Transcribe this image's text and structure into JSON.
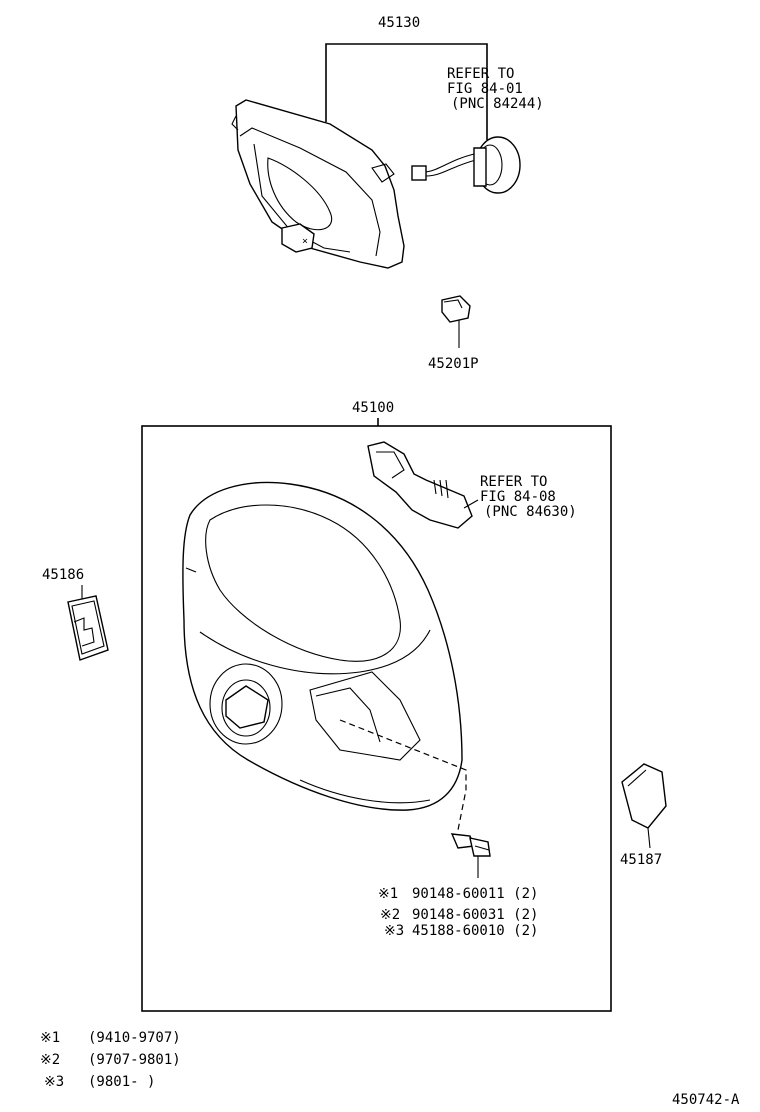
{
  "labels": {
    "p45130": "45130",
    "p45201p": "45201P",
    "p45100": "45100",
    "p45186": "45186",
    "p45187": "45187",
    "figure_id": "450742-A"
  },
  "refer_1": {
    "line1": "REFER TO",
    "line2": "FIG 84-01",
    "line3": "(PNC 84244)"
  },
  "refer_2": {
    "line1": "REFER TO",
    "line2": "FIG 84-08",
    "line3": "(PNC 84630)"
  },
  "bolt_parts": [
    {
      "mark": "※1",
      "text": "90148-60011 (2)"
    },
    {
      "mark": "※2",
      "text": "90148-60031 (2)"
    },
    {
      "mark": "※3",
      "text": "45188-60010 (2)"
    }
  ],
  "legend": [
    {
      "mark": "※1",
      "text": "(9410-9707)"
    },
    {
      "mark": "※2",
      "text": "(9707-9801)"
    },
    {
      "mark": "※3",
      "text": "(9801-       )"
    }
  ]
}
